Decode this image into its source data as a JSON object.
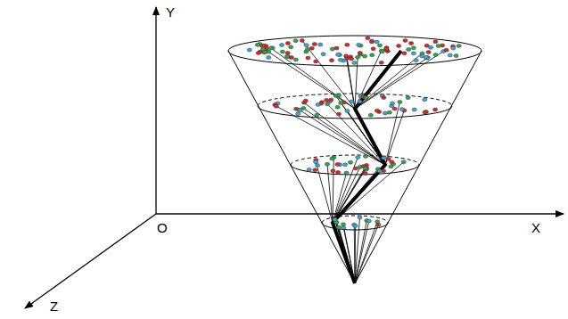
{
  "diagram": {
    "labels": [
      "Y",
      "O",
      "X",
      "Z"
    ]
  }
}
